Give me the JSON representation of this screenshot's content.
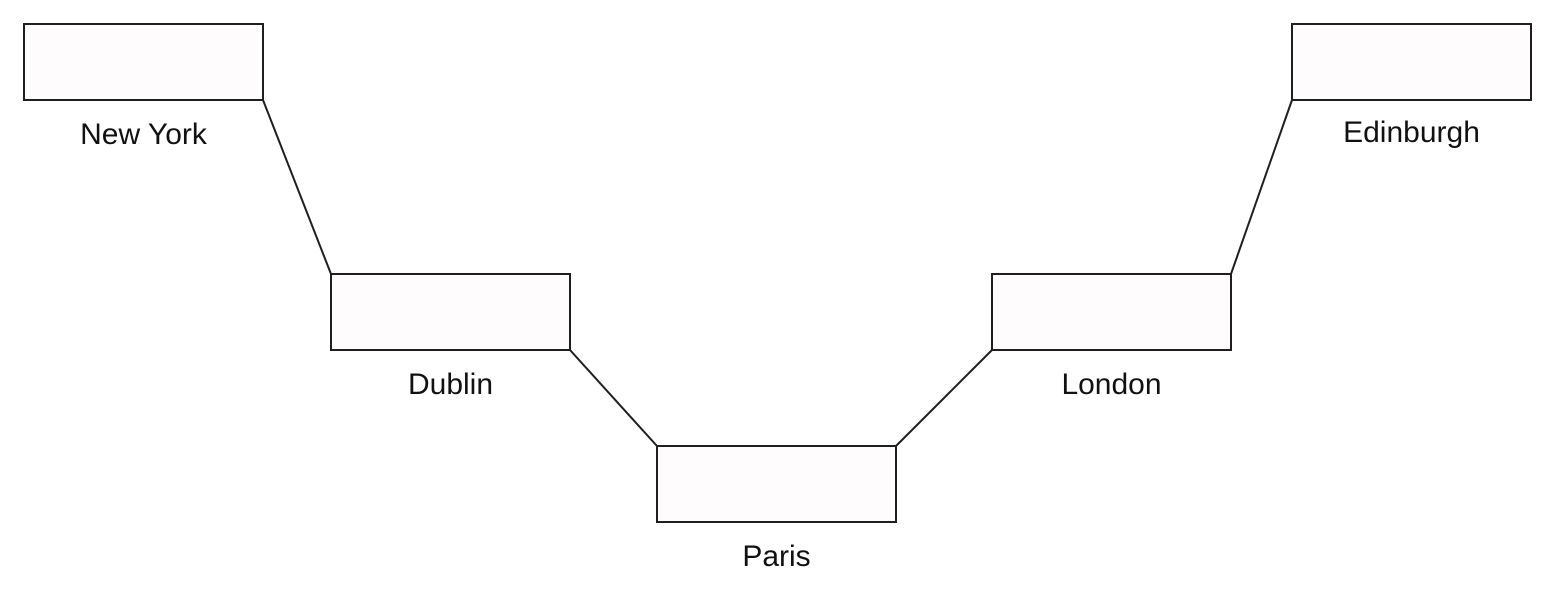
{
  "colors": {
    "box_fill": "#fefcfd",
    "line": "#1f1f1f",
    "text": "#111111"
  },
  "nodes": [
    {
      "label": "New York"
    },
    {
      "label": "Dublin"
    },
    {
      "label": "Paris"
    },
    {
      "label": "London"
    },
    {
      "label": "Edinburgh"
    }
  ]
}
